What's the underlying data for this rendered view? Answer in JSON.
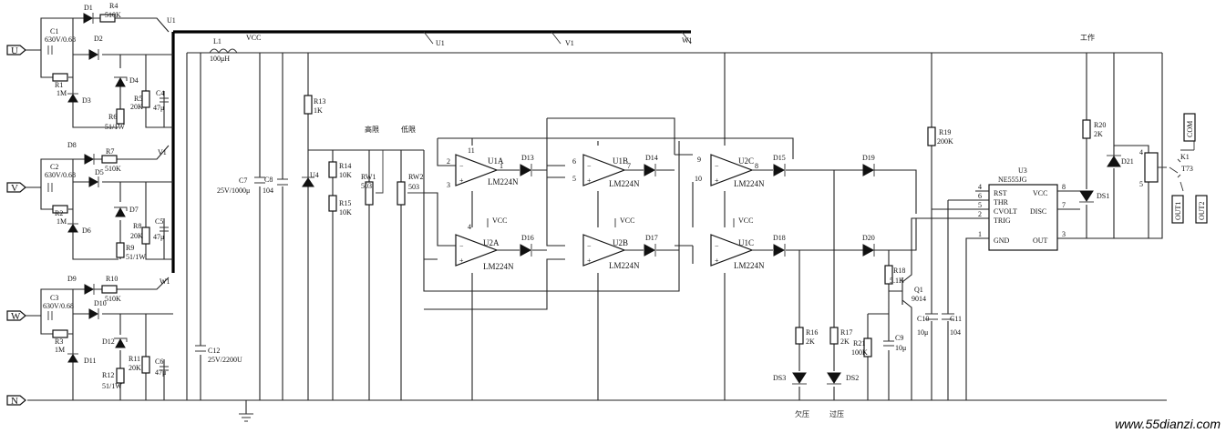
{
  "terminals": {
    "u": "U",
    "v": "V",
    "w": "W",
    "n": "N"
  },
  "refs": {
    "d1": "D1",
    "d2": "D2",
    "d3": "D3",
    "d4": "D4",
    "d5": "D5",
    "d6": "D6",
    "d7": "D7",
    "d8": "D8",
    "d9": "D9",
    "d10": "D10",
    "d11": "D11",
    "d12": "D12",
    "d13": "D13",
    "d14": "D14",
    "d15": "D15",
    "d16": "D16",
    "d17": "D17",
    "d18": "D18",
    "d19": "D19",
    "d20": "D20",
    "d21": "D21",
    "ds1": "DS1",
    "ds2": "DS2",
    "ds3": "DS3",
    "r1": "R1",
    "r2": "R2",
    "r3": "R3",
    "r4": "R4",
    "r5": "R5",
    "r6": "R6",
    "r7": "R7",
    "r8": "R8",
    "r9": "R9",
    "r10": "R10",
    "r11": "R11",
    "r12": "R12",
    "r13": "R13",
    "r14": "R14",
    "r15": "R15",
    "r16": "R16",
    "r17": "R17",
    "r18": "R18",
    "r19": "R19",
    "r20": "R20",
    "r21": "R21",
    "rw1": "RW1",
    "rw2": "RW2",
    "c1": "C1",
    "c2": "C2",
    "c3": "C3",
    "c4": "C4",
    "c5": "C5",
    "c6": "C6",
    "c7": "C7",
    "c8": "C8",
    "c9": "C9",
    "c10": "C10",
    "c11": "C11",
    "c12": "C12",
    "l1": "L1",
    "u1": "U1",
    "u1net": "U1",
    "v1net": "V1",
    "w1net": "W1",
    "u3": "U3",
    "u4": "U4",
    "q1": "Q1",
    "k1": "K1",
    "u1a": "U1A",
    "u1b": "U1B",
    "u1c": "U2C",
    "u2a": "U2A",
    "u2b": "U2B",
    "u2c": "U1C"
  },
  "values": {
    "c123": "630V/0.68",
    "r4": "510K",
    "r7": "510K",
    "r10": "510K",
    "r123": "1M",
    "r5": "20K",
    "r8": "20K",
    "r11": "20K",
    "r6912": "51/1W",
    "c456": "47μ",
    "l1": "100μH",
    "c7": "25V/1000μ",
    "c8": "104",
    "r13": "1K",
    "r14": "10K",
    "r15": "10K",
    "rw": "503",
    "opamp": "LM224N",
    "c12": "25V/2200U",
    "r16": "2K",
    "r17": "2K",
    "r21": "100K",
    "c9": "10μ",
    "r18": "5.1K",
    "q1": "9014",
    "c10": "10μ",
    "c11": "104",
    "r19": "200K",
    "r20": "2K",
    "u3": "NE555JG",
    "k1": "T73"
  },
  "nets": {
    "vcc": "VCC"
  },
  "pins555": {
    "rst": "RST",
    "thr": "THR",
    "cvolt": "CVOLT",
    "trig": "TRIG",
    "gnd": "GND",
    "vcc": "VCC",
    "disc": "DISC",
    "out": "OUT"
  },
  "relay": {
    "com": "COM",
    "out1": "OUT1",
    "out2": "OUT2"
  },
  "chinese": {
    "high": "高限",
    "low": "低限",
    "under": "欠压",
    "over": "过压",
    "work": "工作"
  },
  "watermark": "www.55dianzi.com"
}
